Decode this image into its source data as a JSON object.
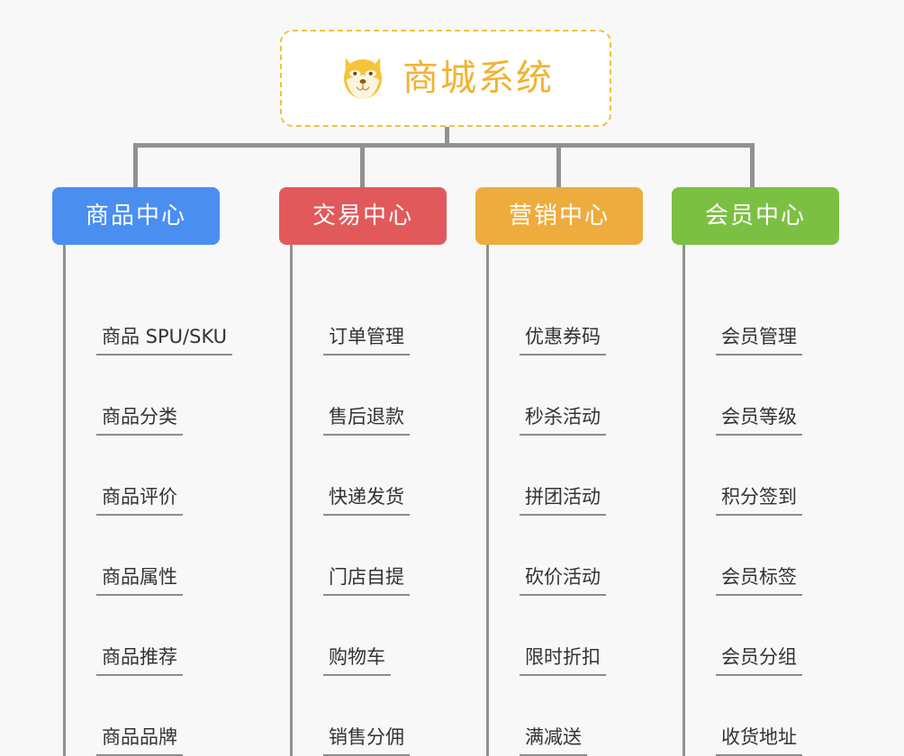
{
  "root": {
    "title": "商城系统",
    "icon": "shiba-dog-face-icon",
    "border_color": "#f0c040",
    "text_color": "#f2b231",
    "background": "#ffffff"
  },
  "connector": {
    "color": "#919191"
  },
  "canvas": {
    "background": "#f8f8f8"
  },
  "columns": [
    {
      "title": "商品中心",
      "color": "#4a8ef0",
      "items": [
        "商品 SPU/SKU",
        "商品分类",
        "商品评价",
        "商品属性",
        "商品推荐",
        "商品品牌"
      ]
    },
    {
      "title": "交易中心",
      "color": "#e2595b",
      "items": [
        "订单管理",
        "售后退款",
        "快递发货",
        "门店自提",
        "购物车",
        "销售分佣"
      ]
    },
    {
      "title": "营销中心",
      "color": "#eeac3e",
      "items": [
        "优惠券码",
        "秒杀活动",
        "拼团活动",
        "砍价活动",
        "限时折扣",
        "满减送"
      ]
    },
    {
      "title": "会员中心",
      "color": "#7cc043",
      "items": [
        "会员管理",
        "会员等级",
        "积分签到",
        "会员标签",
        "会员分组",
        "收货地址"
      ]
    }
  ]
}
